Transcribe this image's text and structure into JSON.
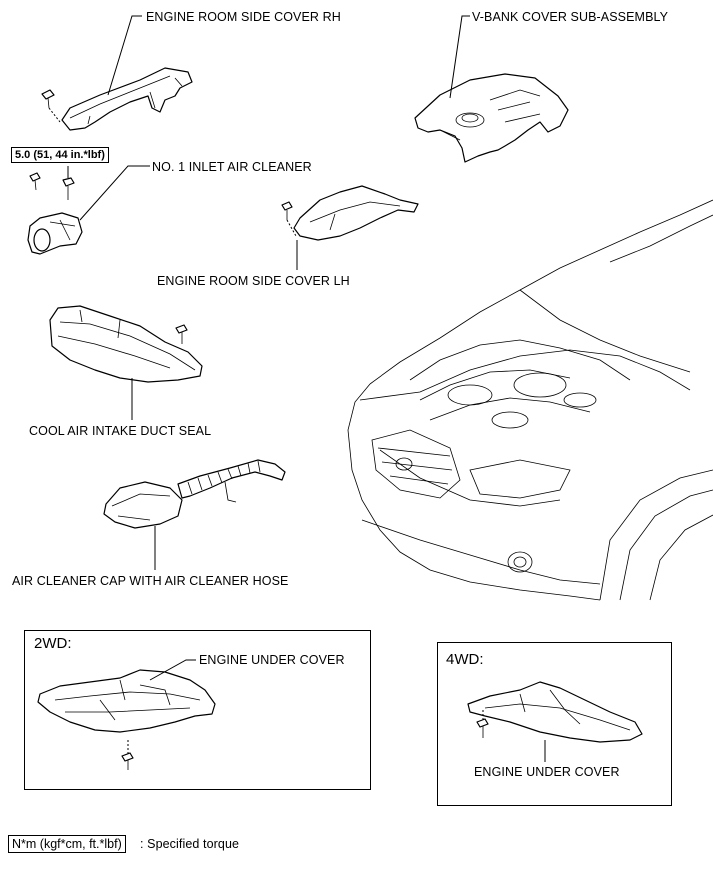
{
  "labels": {
    "side_cover_rh": "ENGINE ROOM SIDE COVER RH",
    "vbank_cover": "V-BANK COVER SUB-ASSEMBLY",
    "inlet_air_cleaner": "NO. 1 INLET AIR CLEANER",
    "side_cover_lh": "ENGINE ROOM SIDE COVER LH",
    "cool_air_duct_seal": "COOL AIR INTAKE DUCT SEAL",
    "air_cleaner_cap": "AIR CLEANER CAP WITH AIR CLEANER HOSE",
    "engine_under_cover_2wd": "ENGINE UNDER COVER",
    "engine_under_cover_4wd": "ENGINE UNDER COVER"
  },
  "torque": {
    "spec": "5.0 (51, 44 in.*lbf)"
  },
  "boxes": {
    "two_wd_title": "2WD:",
    "four_wd_title": "4WD:"
  },
  "legend": {
    "unit": "N*m (kgf*cm, ft.*lbf)",
    "description": ": Specified torque"
  }
}
